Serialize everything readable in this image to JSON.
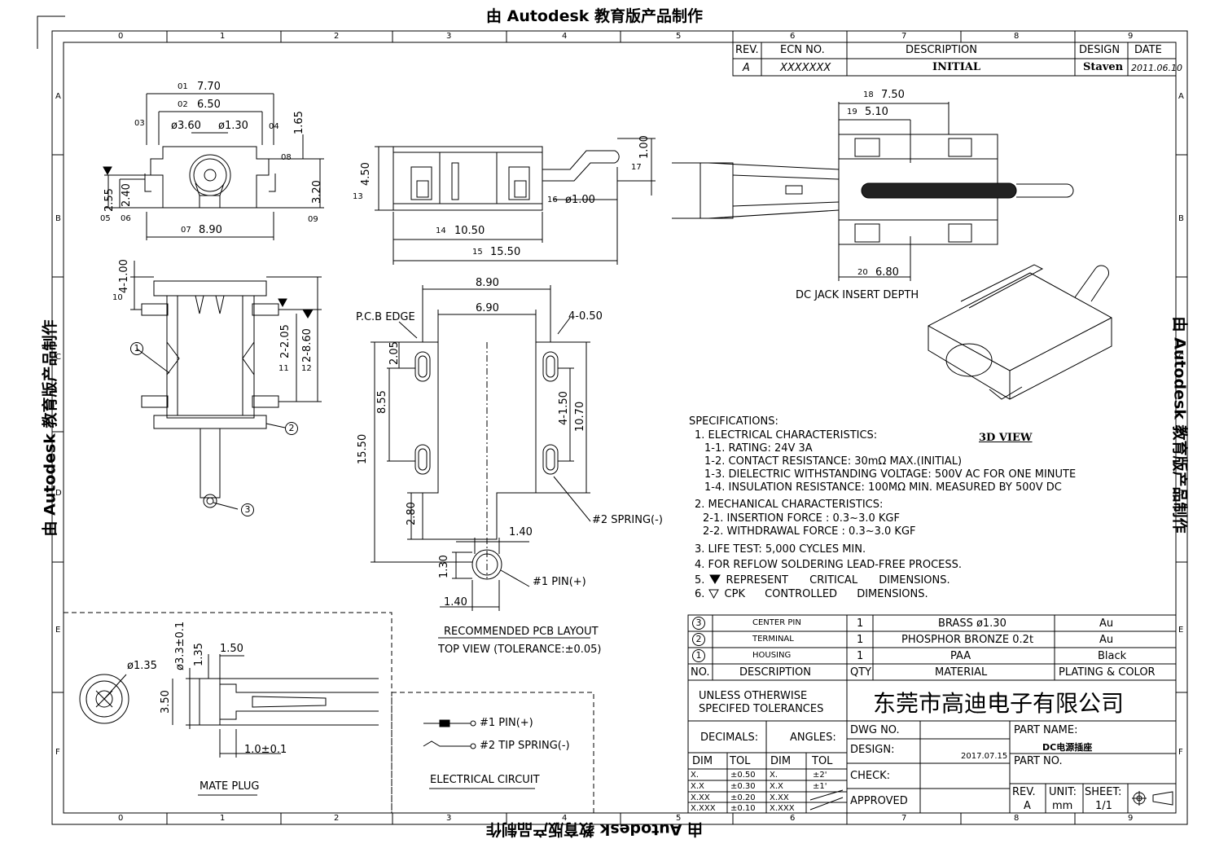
{
  "watermark": {
    "text": "由 Autodesk 教育版产品制作"
  },
  "border": {
    "cols_top": [
      "0",
      "1",
      "2",
      "3",
      "4",
      "5",
      "6",
      "7",
      "8",
      "9"
    ],
    "rows_side": [
      "A",
      "B",
      "C",
      "D",
      "E",
      "F"
    ]
  },
  "revision_table": {
    "headers": [
      "REV.",
      "ECN NO.",
      "DESCRIPTION",
      "DESIGN",
      "DATE"
    ],
    "row": [
      "A",
      "XXXXXXX",
      "INITIAL",
      "Staven",
      "2011.06.10"
    ]
  },
  "front_view": {
    "dims": [
      "7.70",
      "6.50",
      "ø3.60",
      "ø1.30",
      "1.65",
      "2.55",
      "2.40",
      "3.20",
      "8.90"
    ],
    "callouts": [
      "01",
      "02",
      "03",
      "04",
      "05",
      "06",
      "07",
      "08",
      "09"
    ]
  },
  "side_view": {
    "dims": [
      "4.50",
      "1.00",
      "ø1.00",
      "10.50",
      "15.50"
    ],
    "callouts": [
      "13",
      "14",
      "15",
      "16",
      "17"
    ]
  },
  "top_view": {
    "dims": [
      "4-1.00",
      "2-2.05",
      "2-8.60"
    ],
    "callouts": [
      "10",
      "11",
      "12"
    ],
    "balloons": [
      "1",
      "2",
      "3"
    ]
  },
  "insert_view": {
    "dims": [
      "7.50",
      "5.10",
      "6.80"
    ],
    "callouts": [
      "18",
      "19",
      "20"
    ],
    "caption": "DC JACK INSERT DEPTH"
  },
  "pcb_layout": {
    "dims": [
      "8.90",
      "6.90",
      "4-0.50",
      "2.05",
      "8.55",
      "15.50",
      "4-1.50",
      "10.70",
      "2.80",
      "1.40",
      "1.30",
      "1.40"
    ],
    "labels": [
      "P.C.B EDGE",
      "#2 SPRING(-)",
      "#1 PIN(+)"
    ],
    "title": "RECOMMENDED PCB LAYOUT",
    "subtitle": "TOP VIEW (TOLERANCE:±0.05)"
  },
  "view_3d": {
    "label": "3D VIEW"
  },
  "specifications": {
    "lines": [
      "SPECIFICATIONS:",
      "1. ELECTRICAL CHARACTERISTICS:",
      "1-1. RATING: 24V 3A",
      "1-2. CONTACT RESISTANCE: 30mΩ MAX.(INITIAL)",
      "1-3. DIELECTRIC WITHSTANDING VOLTAGE: 500V AC FOR ONE MINUTE",
      "1-4. INSULATION RESISTANCE: 100MΩ MIN. MEASURED BY 500V DC",
      "2. MECHANICAL CHARACTERISTICS:",
      "2-1. INSERTION FORCE : 0.3~3.0 KGF",
      "2-2. WITHDRAWAL FORCE : 0.3~3.0 KGF",
      "3. LIFE TEST: 5,000 CYCLES MIN.",
      "4. FOR REFLOW SOLDERING LEAD-FREE PROCESS.",
      "5. REPRESENT CRITICAL DIMENSIONS.",
      "6. CPK CONTROLLED DIMENSIONS."
    ]
  },
  "bom": {
    "rows": [
      {
        "no": "3",
        "desc": "CENTER PIN",
        "qty": "1",
        "material": "BRASS ø1.30",
        "plating": "Au"
      },
      {
        "no": "2",
        "desc": "TERMINAL",
        "qty": "1",
        "material": "PHOSPHOR BRONZE 0.2t",
        "plating": "Au"
      },
      {
        "no": "1",
        "desc": "HOUSING",
        "qty": "1",
        "material": "PAA",
        "plating": "Black"
      }
    ],
    "headers": [
      "NO.",
      "DESCRIPTION",
      "QTY",
      "MATERIAL",
      "PLATING & COLOR"
    ]
  },
  "title_block": {
    "tolerance_note": [
      "UNLESS OTHERWISE",
      "SPECIFED TOLERANCES"
    ],
    "company": "东莞市高迪电子有限公司",
    "decimals_label": "DECIMALS:",
    "angles_label": "ANGLES:",
    "dim_label": "DIM",
    "tol_label": "TOL",
    "decimal_rows": [
      [
        "X.",
        "±0.50"
      ],
      [
        "X.X",
        "±0.30"
      ],
      [
        "X.XX",
        "±0.20"
      ],
      [
        "X.XXX",
        "±0.10"
      ]
    ],
    "angle_rows": [
      [
        "X.",
        "±2'"
      ],
      [
        "X.X",
        "±1'"
      ],
      [
        "X.XX",
        ""
      ],
      [
        "X.XXX",
        ""
      ]
    ],
    "dwg_no": "DWG NO.",
    "design": "DESIGN:",
    "design_date": "2017.07.15",
    "check": "CHECK:",
    "approved": "APPROVED",
    "part_name_label": "PART NAME:",
    "part_name": "DC电源插座",
    "part_no_label": "PART NO.",
    "rev_label": "REV.",
    "rev": "A",
    "unit_label": "UNIT:",
    "unit": "mm",
    "sheet_label": "SHEET:",
    "sheet": "1/1"
  },
  "mate_plug": {
    "dims": [
      "ø1.35",
      "ø3.3±0.1",
      "1.35",
      "1.50",
      "3.50",
      "1.0±0.1"
    ],
    "title": "MATE PLUG"
  },
  "circuit": {
    "items": [
      "#1 PIN(+)",
      "#2 TIP SPRING(-)"
    ],
    "title": "ELECTRICAL CIRCUIT"
  }
}
